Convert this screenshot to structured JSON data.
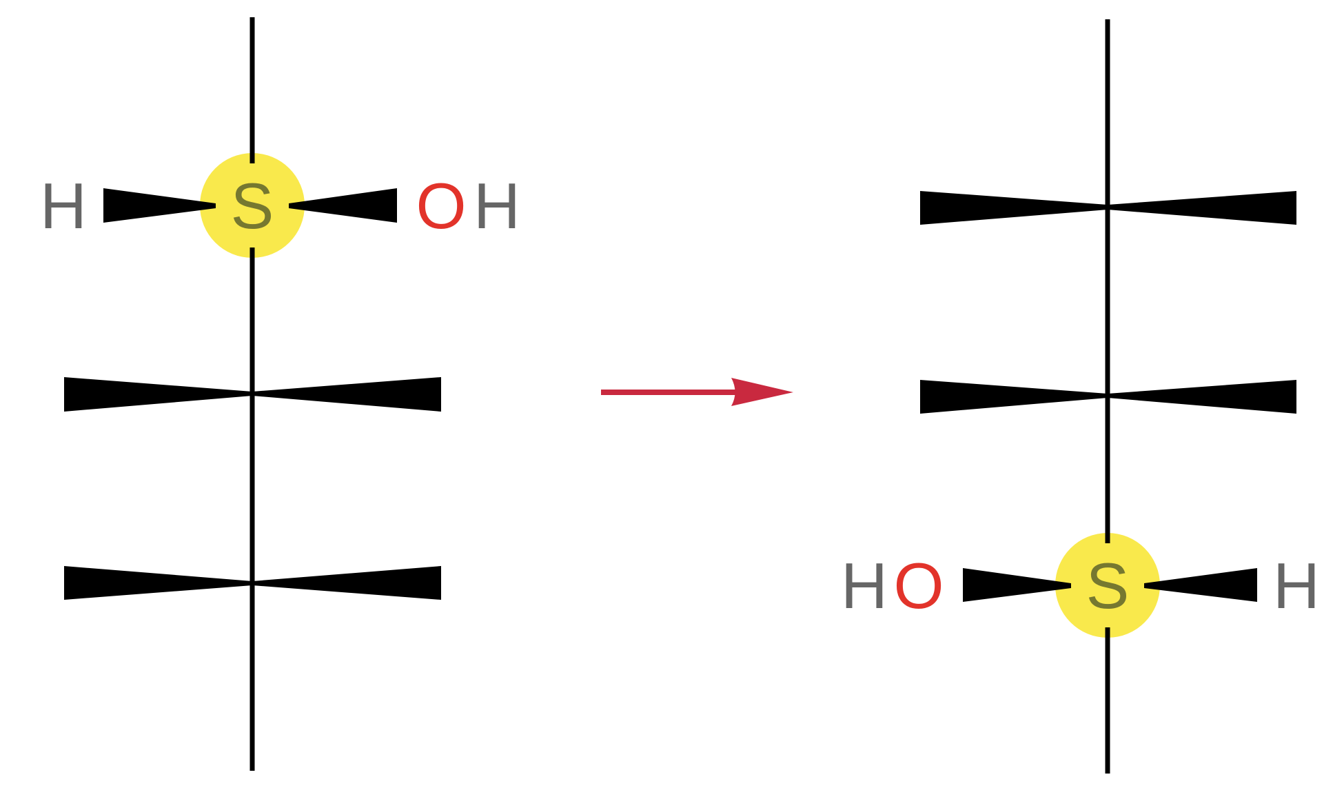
{
  "left_structure": {
    "h_label": "H",
    "oh_o": "O",
    "oh_h": "H",
    "center_label": "S"
  },
  "right_structure": {
    "ho_h": "H",
    "ho_o": "O",
    "h_label": "H",
    "center_label": "S"
  },
  "colors": {
    "bond": "#000000",
    "hydrogen": "#666666",
    "oxygen": "#e2332a",
    "stereocenter_text": "#767830",
    "stereocenter_highlight": "#f9e94c",
    "arrow": "#c9293f"
  }
}
